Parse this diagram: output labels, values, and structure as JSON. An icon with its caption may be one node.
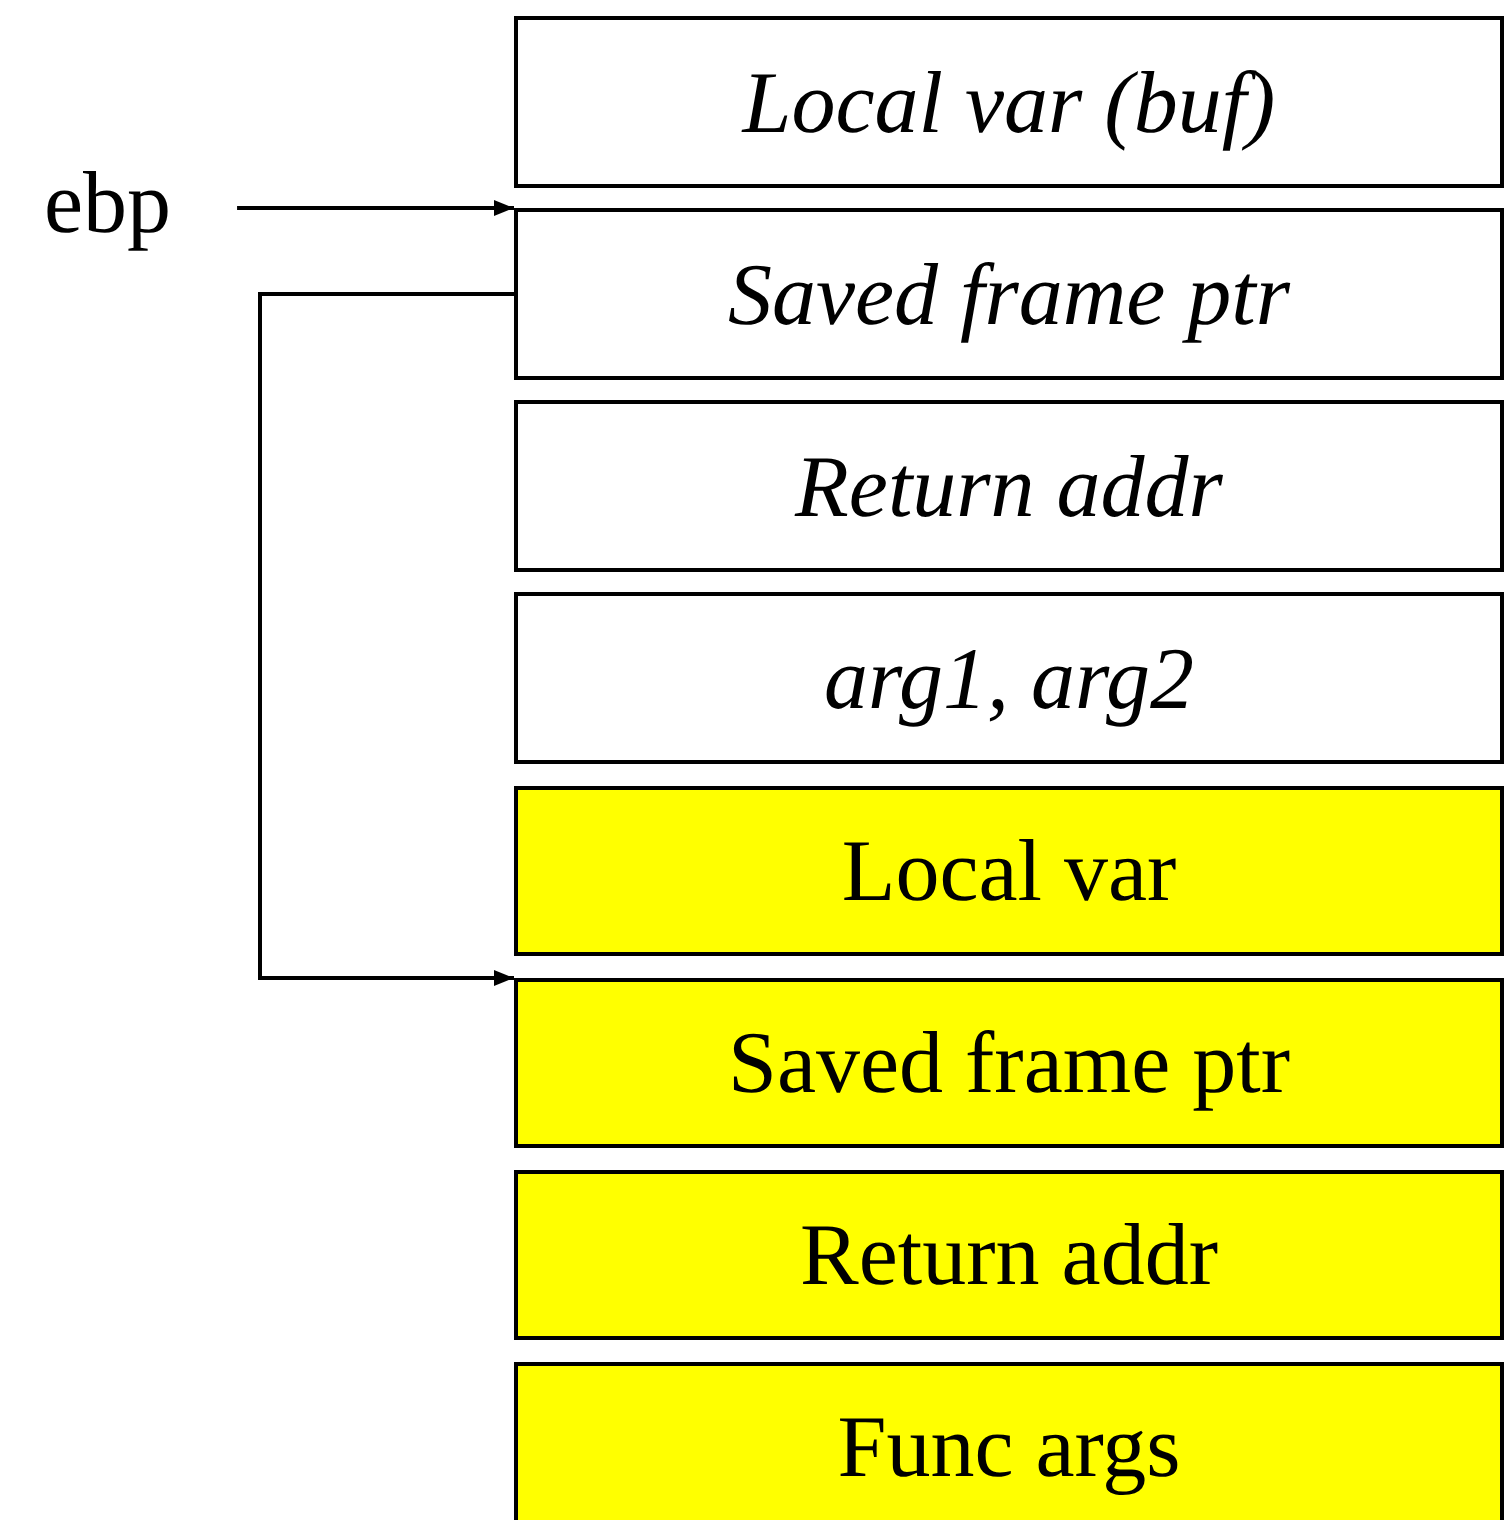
{
  "diagram": {
    "nodes": [
      {
        "text": [
          "Local var (buf)"
        ]
      },
      {
        "text": [
          "Saved frame ptr"
        ]
      },
      {
        "text": [
          "Return addr"
        ]
      },
      {
        "text": [
          "arg1, arg2"
        ]
      },
      {
        "text": [
          "Local var"
        ]
      },
      {
        "text": [
          "Saved frame ptr"
        ]
      },
      {
        "text": [
          "Return addr"
        ]
      },
      {
        "text": [
          "Func args"
        ]
      },
      {
        "text": [
          "ebp"
        ]
      }
    ],
    "edges": [
      {
        "from": 8,
        "to": 1,
        "arrow": "to"
      },
      {
        "from": 1,
        "to": 5,
        "arrow": "to"
      }
    ]
  }
}
